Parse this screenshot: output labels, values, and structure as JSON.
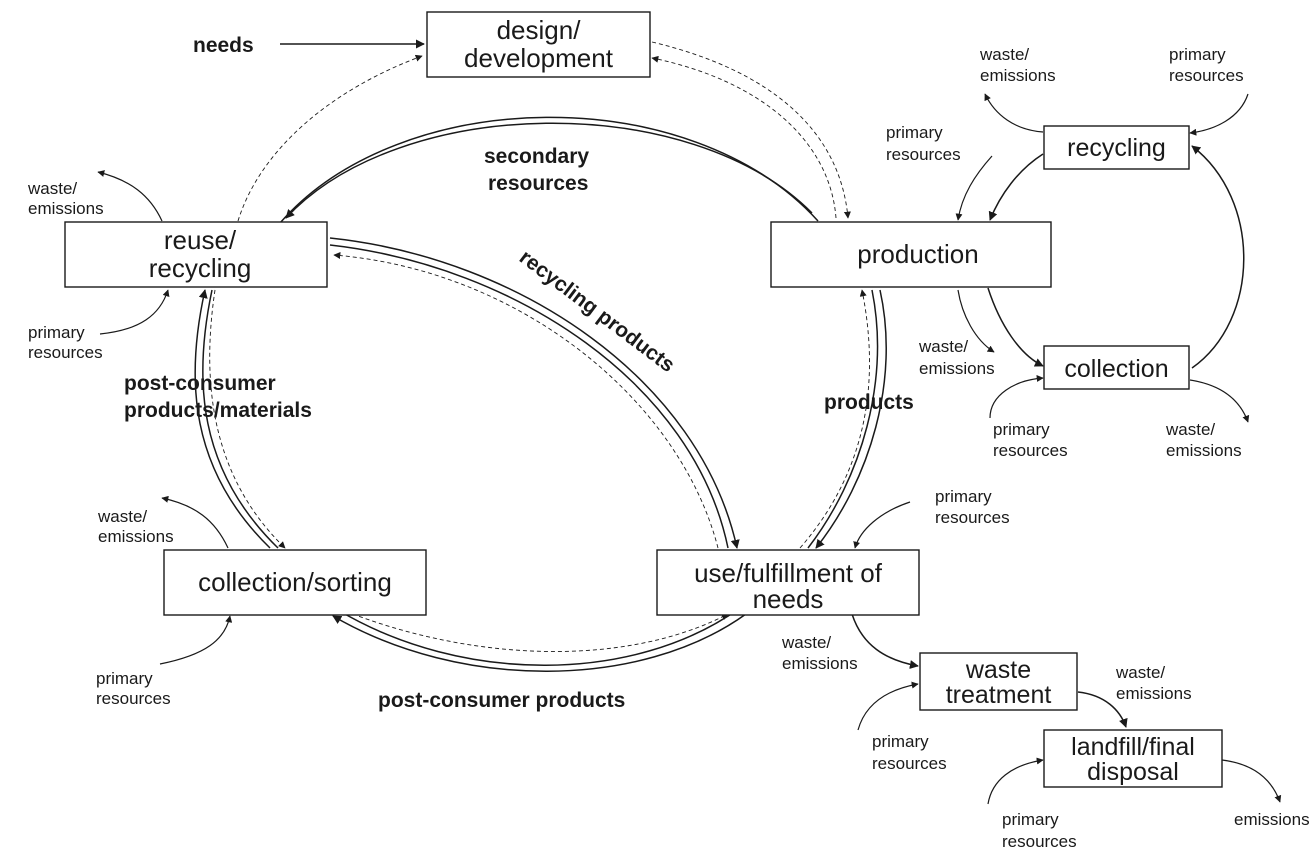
{
  "nodes": {
    "design": [
      "design/",
      "development"
    ],
    "production": [
      "production"
    ],
    "use": [
      "use/fulfillment of",
      "needs"
    ],
    "collection_sorting": [
      "collection/sorting"
    ],
    "reuse": [
      "reuse/",
      "recycling"
    ],
    "recycling": [
      "recycling"
    ],
    "collection": [
      "collection"
    ],
    "waste_treatment": [
      "waste",
      "treatment"
    ],
    "landfill": [
      "landfill/final",
      "disposal"
    ]
  },
  "flows": {
    "needs": "needs",
    "secondary_resources": [
      "secondary",
      "resources"
    ],
    "recycling_products": "recycling products",
    "products": "products",
    "post_consumer_materials": [
      "post-consumer",
      "products/materials"
    ],
    "post_consumer_products": "post-consumer products"
  },
  "annotations": {
    "waste": [
      "waste/",
      "emissions"
    ],
    "primary": [
      "primary",
      "resources"
    ],
    "emissions": "emissions"
  }
}
